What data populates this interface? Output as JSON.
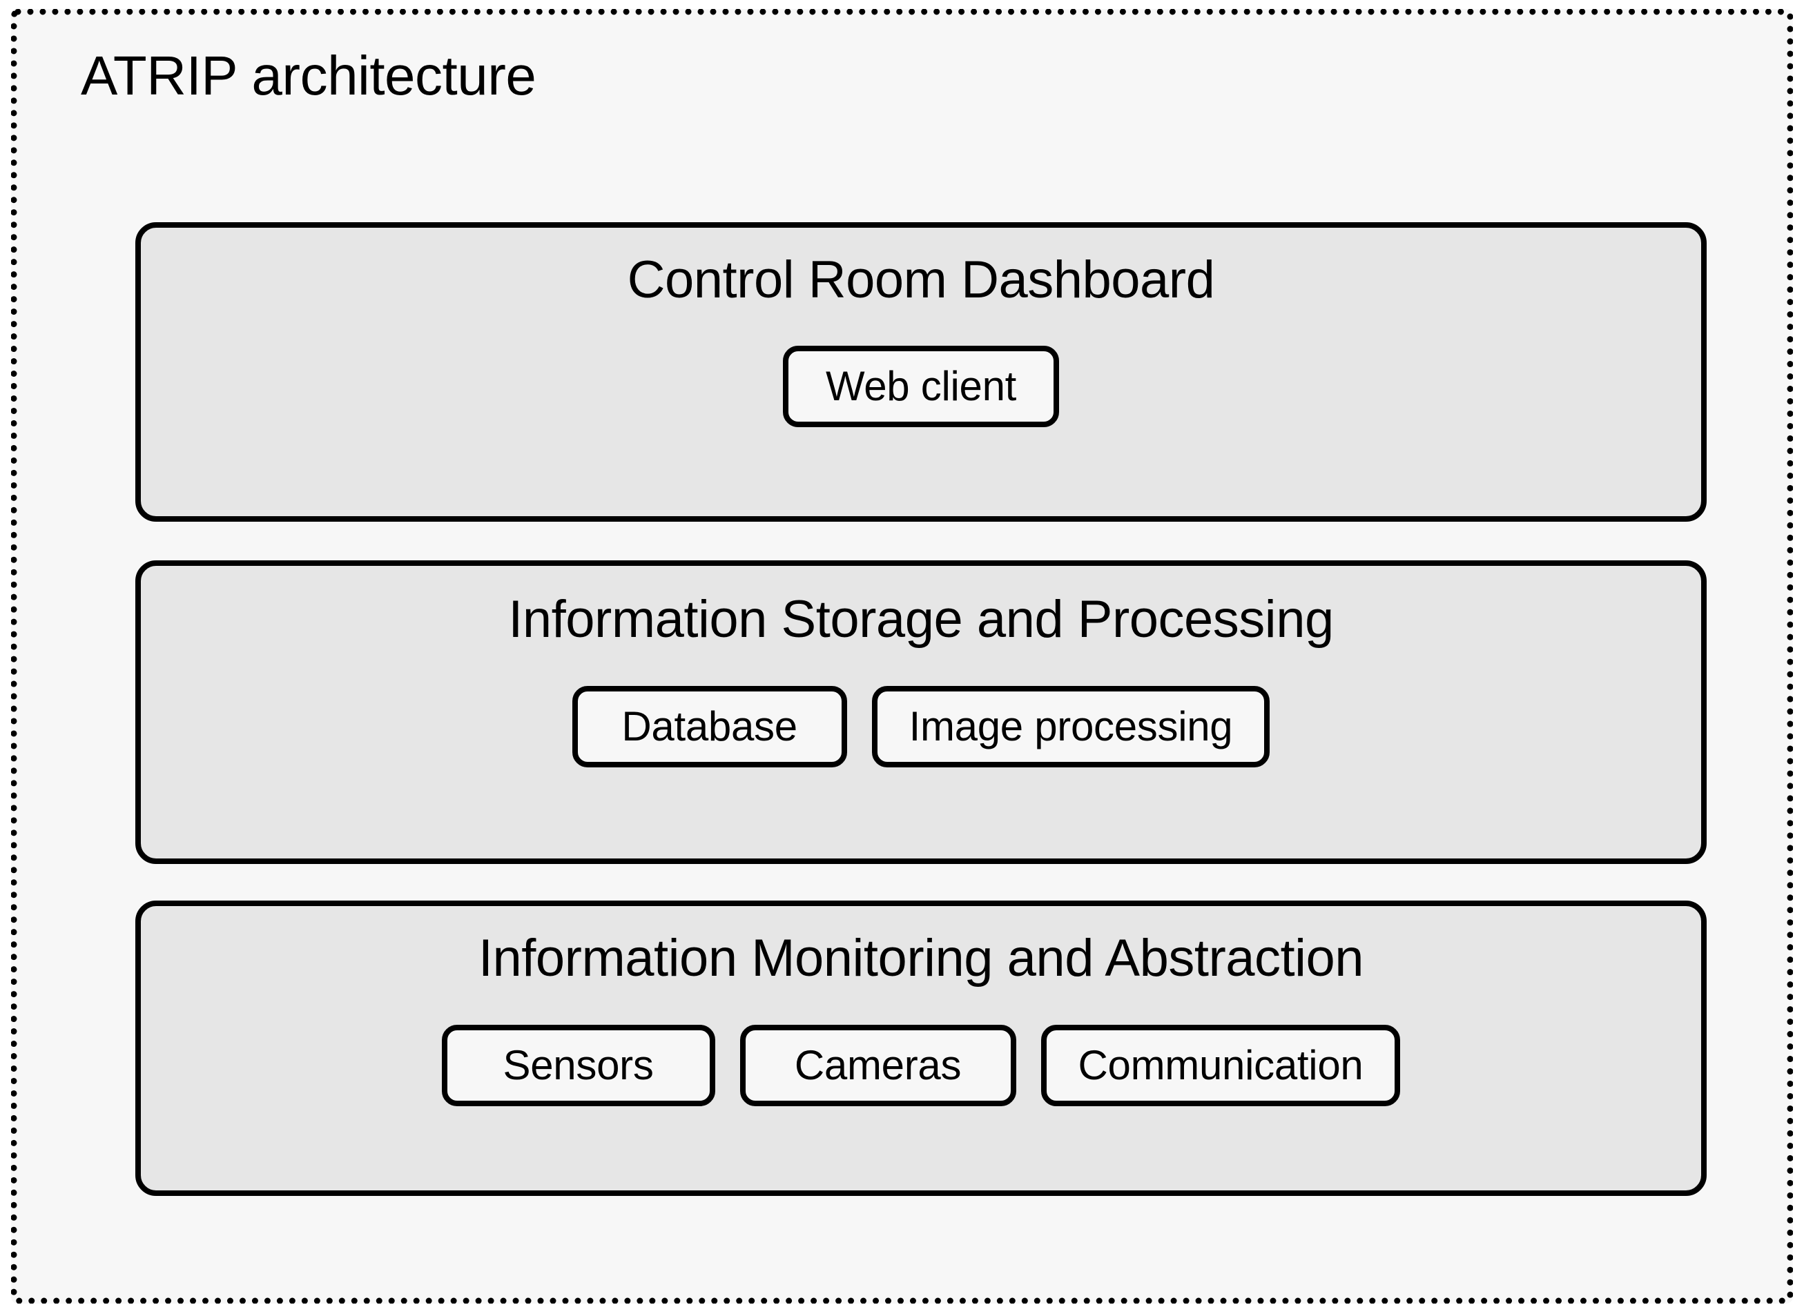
{
  "diagram": {
    "title": "ATRIP architecture",
    "frame_style": "dotted",
    "background_color": "#f7f7f7",
    "layer_fill_color": "#e6e6e6",
    "component_fill_color": "#f7f7f7",
    "border_color": "#000000",
    "layers": [
      {
        "id": "control-room-dashboard",
        "title": "Control Room Dashboard",
        "components": [
          {
            "id": "web-client",
            "label": "Web client"
          }
        ]
      },
      {
        "id": "information-storage-and-processing",
        "title": "Information Storage and Processing",
        "components": [
          {
            "id": "database",
            "label": "Database"
          },
          {
            "id": "image-processing",
            "label": "Image processing"
          }
        ]
      },
      {
        "id": "information-monitoring-and-abstraction",
        "title": "Information Monitoring and Abstraction",
        "components": [
          {
            "id": "sensors",
            "label": "Sensors"
          },
          {
            "id": "cameras",
            "label": "Cameras"
          },
          {
            "id": "communication",
            "label": "Communication"
          }
        ]
      }
    ]
  }
}
